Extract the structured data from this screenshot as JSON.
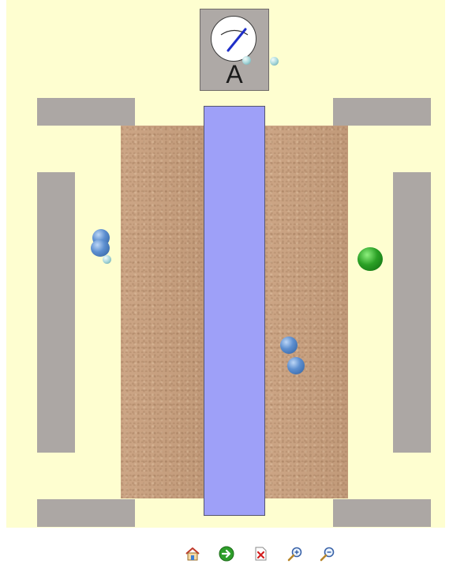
{
  "meter": {
    "label": "A",
    "icon": "ammeter-icon"
  },
  "toolbar": {
    "buttons": [
      {
        "name": "home-button",
        "icon": "home-icon"
      },
      {
        "name": "next-button",
        "icon": "arrow-right-icon"
      },
      {
        "name": "close-button",
        "icon": "close-icon"
      },
      {
        "name": "zoom-in-button",
        "icon": "zoom-in-icon"
      },
      {
        "name": "zoom-out-button",
        "icon": "zoom-out-icon"
      }
    ]
  },
  "colors": {
    "background": "#fefed0",
    "gray_bar": "#aca7a4",
    "sand_tile": "#c9a07e",
    "channel": "#9ea0f8",
    "ion_blue": "#4a7ec0",
    "ion_green": "#2aa025",
    "electron": "#a9d8db",
    "needle": "#1f2fc8"
  }
}
